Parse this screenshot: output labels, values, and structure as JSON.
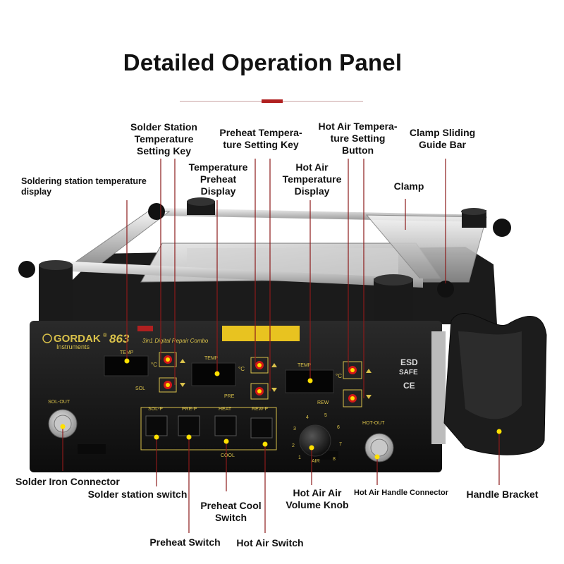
{
  "title": "Detailed Operation Panel",
  "labels": {
    "solder_temp_key": "Solder Station Temperature Setting Key",
    "preheat_temp_key": "Preheat Tempera-ture Setting Key",
    "hot_air_temp_button": "Hot Air Tempera-ture Setting Button",
    "clamp_guide_bar": "Clamp Sliding Guide Bar",
    "soldering_temp_display": "Soldering station temperature display",
    "temp_preheat_display": "Temperature Preheat Display",
    "hot_air_temp_display": "Hot Air Temperature Display",
    "clamp": "Clamp",
    "solder_iron_connector": "Solder Iron Connector",
    "solder_station_switch": "Solder station switch",
    "preheat_cool_switch": "Preheat Cool Switch",
    "hot_air_volume_knob": "Hot Air Air Volume Knob",
    "hot_air_handle_connector": "Hot Air Handle Connector",
    "handle_bracket": "Handle Bracket",
    "preheat_switch": "Preheat Switch",
    "hot_air_switch": "Hot Air Switch"
  },
  "device": {
    "brand": "GORDAK",
    "brand_mark": "®",
    "subtitle": "Instruments",
    "model": "863",
    "model_desc": "3in1 Digital Repair Combo",
    "esd": "ESD",
    "safe": "SAFE",
    "ce": "CE",
    "temp": "TEMP",
    "unit": "°C",
    "sol": "SOL",
    "pre": "PRE",
    "rew": "REW",
    "sol_out": "SOL-OUT",
    "hot_out": "HOT-OUT",
    "switch_labels": [
      "SOL-P",
      "PRE-P",
      "HEAT",
      "REW-P"
    ],
    "cool": "COOL",
    "air": "AIR",
    "knob_numbers": [
      "1",
      "2",
      "3",
      "4",
      "5",
      "6",
      "7",
      "8"
    ]
  },
  "colors": {
    "accent": "#b02020",
    "marker": "#ffe000",
    "callout_line": "#8b1a1a",
    "panel": "#141414",
    "panel_text": "#d8c04a"
  }
}
